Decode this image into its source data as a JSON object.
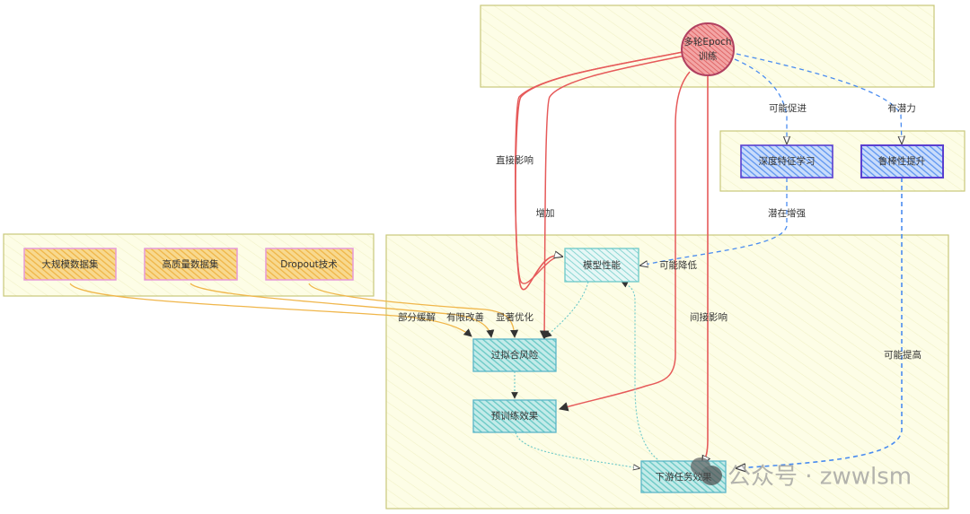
{
  "colors": {
    "group_fill": "#fdfde6",
    "group_stroke": "#c9c87a",
    "training_fill": "#e9777a",
    "training_stroke": "#b04060",
    "dataset_fill": "#f5c35a",
    "dataset_stroke": "#e79ad8",
    "outcome_fill": "#7acfcc",
    "outcome_stroke": "#5bb6c9",
    "feature_fill": "#6fa0f0",
    "feature_stroke": "#5a3fd0",
    "edge_red": "#e65a5a",
    "edge_blue": "#4a8cf0",
    "edge_orange": "#f0b64a",
    "edge_teal": "#6cc9c9",
    "text": "#333333"
  },
  "groups": [
    {
      "id": "training-group",
      "label": ""
    },
    {
      "id": "feature-group",
      "label": ""
    },
    {
      "id": "methods-group",
      "label": ""
    },
    {
      "id": "outcome-group",
      "label": ""
    }
  ],
  "nodes": {
    "epoch": {
      "label_line1": "多轮Epoch",
      "label_line2": "训练"
    },
    "deep_feature": {
      "label": "深度特征学习"
    },
    "robustness": {
      "label": "鲁棒性提升"
    },
    "large_dataset": {
      "label": "大规模数据集"
    },
    "quality_dataset": {
      "label": "高质量数据集"
    },
    "dropout": {
      "label": "Dropout技术"
    },
    "model_perf": {
      "label": "模型性能"
    },
    "overfit_risk": {
      "label": "过拟合风险"
    },
    "pretrain_effect": {
      "label": "预训练效果"
    },
    "downstream_effect": {
      "label": "下游任务效果"
    }
  },
  "edges": [
    {
      "from": "epoch",
      "to": "model_perf",
      "label": "直接影响",
      "style": "solid-red"
    },
    {
      "from": "epoch",
      "to": "overfit_risk",
      "label": "增加",
      "style": "solid-red"
    },
    {
      "from": "epoch",
      "to": "pretrain_effect",
      "label": "可能降低",
      "style": "solid-red"
    },
    {
      "from": "epoch",
      "to": "downstream_effect",
      "label": "间接影响",
      "style": "solid-red"
    },
    {
      "from": "epoch",
      "to": "deep_feature",
      "label": "可能促进",
      "style": "dashed-blue"
    },
    {
      "from": "epoch",
      "to": "robustness",
      "label": "有潜力",
      "style": "dashed-blue"
    },
    {
      "from": "deep_feature",
      "to": "model_perf",
      "label": "潜在增强",
      "style": "dashed-blue"
    },
    {
      "from": "robustness",
      "to": "downstream_effect",
      "label": "可能提高",
      "style": "dashed-blue"
    },
    {
      "from": "large_dataset",
      "to": "overfit_risk",
      "label": "部分缓解",
      "style": "solid-orange"
    },
    {
      "from": "quality_dataset",
      "to": "overfit_risk",
      "label": "有限改善",
      "style": "solid-orange"
    },
    {
      "from": "dropout",
      "to": "overfit_risk",
      "label": "显著优化",
      "style": "solid-orange"
    },
    {
      "from": "model_perf",
      "to": "overfit_risk",
      "label": "",
      "style": "dotted-teal"
    },
    {
      "from": "overfit_risk",
      "to": "pretrain_effect",
      "label": "",
      "style": "dotted-teal"
    },
    {
      "from": "pretrain_effect",
      "to": "downstream_effect",
      "label": "",
      "style": "dotted-teal"
    },
    {
      "from": "downstream_effect",
      "to": "model_perf",
      "label": "",
      "style": "dotted-teal"
    }
  ],
  "watermark": {
    "icon": "wechat-icon",
    "text": "公众号 · zwwlsm"
  }
}
